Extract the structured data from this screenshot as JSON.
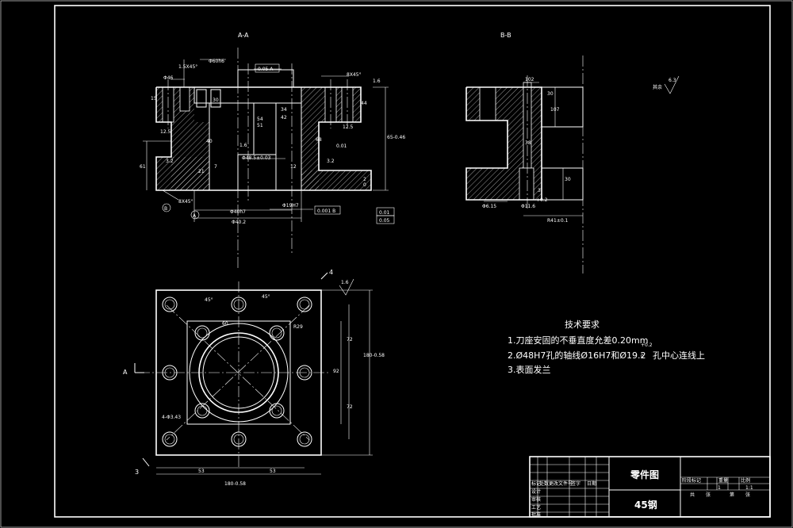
{
  "views": {
    "section_aa": "A-A",
    "section_bb": "B-B",
    "cut_a": "A",
    "cut_b": "B",
    "view_arrow_4": "4",
    "view_arrow_3": "3"
  },
  "dims_aa": {
    "chamfer_top": "1.5X45°",
    "hole_dia": "Φ60h6",
    "tol_frame": "0.05 A",
    "chamfer_right": "8X45°",
    "rough_16": "1.6",
    "rough_32": "3.2",
    "rough_125": "12.5",
    "d1": "Φ46",
    "d15": "15",
    "d30": "30",
    "d54": "54",
    "d51": "51",
    "d42": "42",
    "d34": "34",
    "d44": "44",
    "d68": "68",
    "d65": "65-0.46",
    "d61": "61",
    "d40": "40",
    "d7": "7",
    "d12": "12",
    "dia_bore": "Φ48.5±0.03",
    "dia_40h7": "Φ40h7",
    "dia_40": "Φ40.2",
    "dia_19": "Φ19H7",
    "chamfer_bottom": "8X45°",
    "d21": "21",
    "tol_b": "0.001 B",
    "tol_5": "0.01",
    "tol_6": "0.05",
    "d0": "0",
    "d2": "2"
  },
  "dims_bb": {
    "d102": "102",
    "d30": "30",
    "d107": "107",
    "d38": "38",
    "d30b": "30",
    "dia15": "Φ6.15",
    "dia_bottom": "Φ11.6",
    "d_02": "+0.2",
    "d24": "R41±0.1",
    "d3": "3"
  },
  "dims_plan": {
    "angle_45a": "45°",
    "angle_45b": "45°",
    "r29": "R29",
    "d53": "53",
    "d53b": "53",
    "width": "180-0.58",
    "height": "180-0.58",
    "d72": "72",
    "d72b": "72",
    "d92": "92",
    "holes": "4-Φ3.43",
    "rough": "1.6",
    "d60": "60"
  },
  "roughness_note": {
    "label": "其余",
    "value": "6.3"
  },
  "tech": {
    "title": "技术要求",
    "l1": "1.刀座安固的不垂直度允差0.20mm",
    "l2a": "2.Ø48H7孔的轴线Ø16H7和Ø19.2",
    "l2sup": "+0.2",
    "l2sub": "0",
    "l2b": "孔中心连线上",
    "l3": "3.表面发兰"
  },
  "title_block": {
    "name": "零件图",
    "material": "45钢",
    "scale": "1:1",
    "qty": "1",
    "cells": [
      "标记",
      "处数",
      "更改文件号",
      "签字",
      "日期",
      "设计",
      "审核",
      "工艺",
      "批准",
      "阶段标记",
      "重量",
      "比例",
      "共",
      "张",
      "第",
      "张"
    ]
  }
}
